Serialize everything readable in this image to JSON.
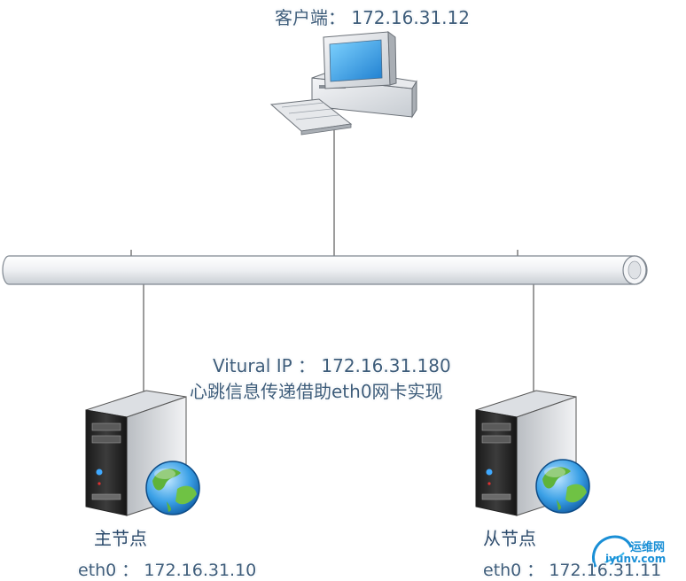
{
  "client": {
    "label": "客户端： 172.16.31.12",
    "icon": "desktop-computer-icon"
  },
  "network": {
    "vip_label": "Vitural IP ：  172.16.31.180",
    "heartbeat_label": "心跳信息传递借助eth0网卡实现"
  },
  "master": {
    "title": "主节点",
    "eth": "eth0 ：  172.16.31.10",
    "icon": "server-globe-icon"
  },
  "slave": {
    "title": "从节点",
    "eth": "eth0 ：  172.16.31.11",
    "icon": "server-globe-icon"
  },
  "watermark": {
    "cn": "运维网",
    "url": "iyunv.com"
  },
  "colors": {
    "label_text": "#3d5c7a",
    "bus_fill": "#eef0f3",
    "bus_stroke": "#7f8790",
    "line": "#3a3a3a",
    "watermark": "#1a8fd6"
  }
}
